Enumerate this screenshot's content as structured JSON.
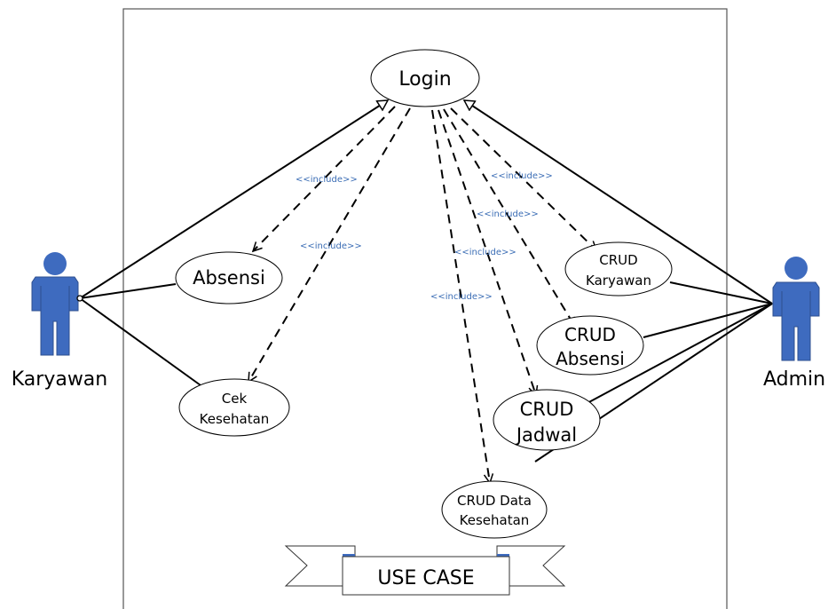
{
  "actors": {
    "karyawan": {
      "label": "Karyawan"
    },
    "admin": {
      "label": "Admin"
    }
  },
  "use_cases": {
    "login": {
      "label": "Login"
    },
    "absensi": {
      "label": "Absensi"
    },
    "cek_kesehatan": {
      "line1": "Cek",
      "line2": "Kesehatan"
    },
    "crud_karyawan": {
      "line1": "CRUD",
      "line2": "Karyawan"
    },
    "crud_absensi": {
      "line1": "CRUD",
      "line2": "Absensi"
    },
    "crud_jadwal": {
      "line1": "CRUD",
      "line2": "Jadwal"
    },
    "crud_data_kesehatan": {
      "line1": "CRUD Data",
      "line2": "Kesehatan"
    }
  },
  "stereotypes": {
    "include": "<<include>>"
  },
  "banner": {
    "label": "USE CASE"
  },
  "colors": {
    "actor_fill": "#3e6bbf",
    "actor_dark": "#2d4f8f",
    "stereotype_text": "#3b6db5",
    "line": "#000000"
  }
}
